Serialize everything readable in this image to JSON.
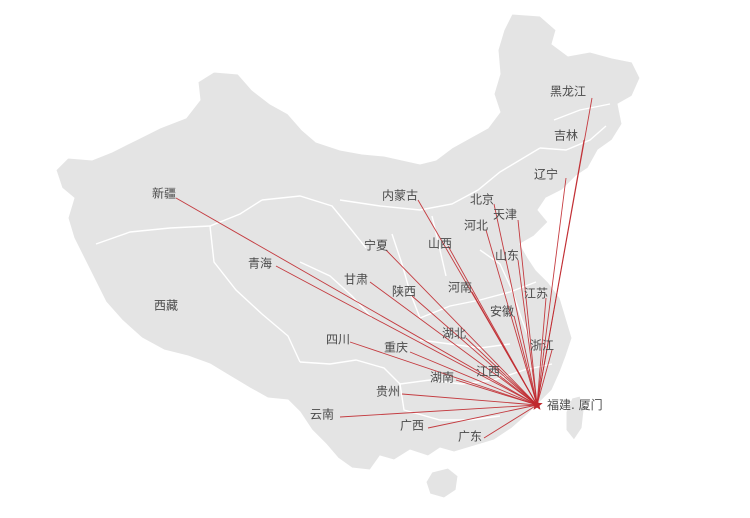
{
  "map": {
    "land_color": "#e4e4e4",
    "border_color": "#ffffff",
    "route_color": "#c0282d",
    "label_color": "#4a4a4a",
    "origin": {
      "label": "福建. 厦门",
      "icon": "star-icon"
    },
    "destinations": [
      {
        "id": "heilongjiang",
        "label": "黑龙江"
      },
      {
        "id": "jilin",
        "label": "吉林"
      },
      {
        "id": "liaoning",
        "label": "辽宁"
      },
      {
        "id": "neimenggu",
        "label": "内蒙古"
      },
      {
        "id": "beijing",
        "label": "北京"
      },
      {
        "id": "tianjin",
        "label": "天津"
      },
      {
        "id": "hebei",
        "label": "河北"
      },
      {
        "id": "shanxi",
        "label": "山西"
      },
      {
        "id": "shandong",
        "label": "山东"
      },
      {
        "id": "xinjiang",
        "label": "新疆"
      },
      {
        "id": "qinghai",
        "label": "青海"
      },
      {
        "id": "ningxia",
        "label": "宁夏"
      },
      {
        "id": "gansu",
        "label": "甘肃"
      },
      {
        "id": "shaanxi",
        "label": "陕西"
      },
      {
        "id": "henan",
        "label": "河南"
      },
      {
        "id": "jiangsu",
        "label": "江苏"
      },
      {
        "id": "anhui",
        "label": "安徽"
      },
      {
        "id": "xizang",
        "label": "西藏"
      },
      {
        "id": "sichuan",
        "label": "四川"
      },
      {
        "id": "hubei",
        "label": "湖北"
      },
      {
        "id": "zhejiang",
        "label": "浙江"
      },
      {
        "id": "chongqing",
        "label": "重庆"
      },
      {
        "id": "jiangxi",
        "label": "江西"
      },
      {
        "id": "hunan",
        "label": "湖南"
      },
      {
        "id": "guizhou",
        "label": "贵州"
      },
      {
        "id": "yunnan",
        "label": "云南"
      },
      {
        "id": "guangxi",
        "label": "广西"
      },
      {
        "id": "guangdong",
        "label": "广东"
      }
    ]
  }
}
